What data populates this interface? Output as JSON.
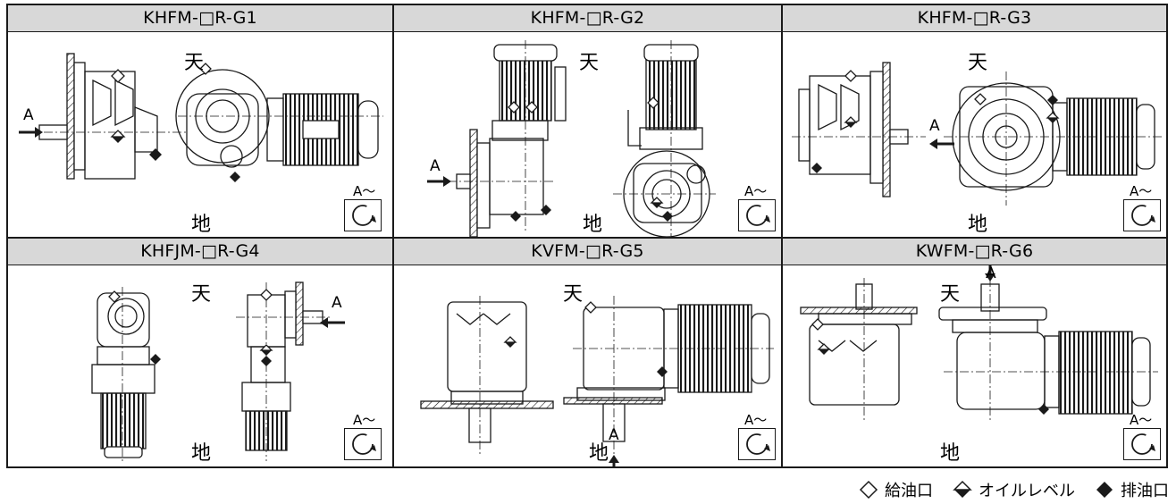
{
  "cells": [
    {
      "title": "KHFM-□R-G1",
      "top": "天",
      "bottom": "地",
      "arrow": "A",
      "rot_label": "A～"
    },
    {
      "title": "KHFM-□R-G2",
      "top": "天",
      "bottom": "地",
      "arrow": "A",
      "rot_label": "A～"
    },
    {
      "title": "KHFM-□R-G3",
      "top": "天",
      "bottom": "地",
      "arrow": "A",
      "rot_label": "A～"
    },
    {
      "title": "KHFJM-□R-G4",
      "top": "天",
      "bottom": "地",
      "arrow": "A",
      "rot_label": "A～"
    },
    {
      "title": "KVFM-□R-G5",
      "top": "天",
      "bottom": "地",
      "arrow": "A",
      "rot_label": "A～"
    },
    {
      "title": "KWFM-□R-G6",
      "top": "天",
      "bottom": "地",
      "arrow": "A",
      "rot_label": "A～"
    }
  ],
  "legend": {
    "fill": "給油口",
    "level": "オイルレベル",
    "drain": "排油口"
  },
  "icons": {
    "fill": "hollow-diamond-icon",
    "level": "half-filled-diamond-icon",
    "drain": "filled-diamond-icon",
    "rotation": "clockwise-rotation-icon"
  },
  "colors": {
    "header_bg": "#d8d8d8",
    "line": "#1a1a1a"
  }
}
